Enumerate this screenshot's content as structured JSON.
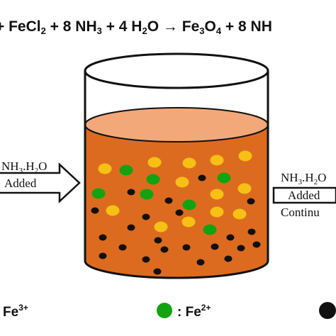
{
  "equation": {
    "t1": "+ FeCl",
    "s1": "2",
    "t2": " + 8 NH",
    "s2": "3",
    "t3": " + 4 H",
    "s3": "2",
    "t4": "O",
    "arrow": "→",
    "t5": "Fe",
    "s4": "3",
    "t6": "O",
    "s5": "4",
    "t7": " + 8 NH"
  },
  "left_arrow": {
    "line1_main": "NH",
    "line1_sub": "3",
    "line1_mid": ".H",
    "line1_sub2": "2",
    "line1_end": "O",
    "line2": "Added"
  },
  "right_arrow": {
    "line1_main": "NH",
    "line1_sub": "3",
    "line1_mid": ".H",
    "line1_sub2": "2",
    "line1_end": "O",
    "line2": "Added",
    "line3": "Continu"
  },
  "legend": {
    "fe3_prefix": "Fe",
    "fe3_sup": "3+",
    "fe2_prefix": ": Fe",
    "fe2_sup": "2+"
  },
  "colors": {
    "fe3": "#f6c014",
    "fe2": "#12a312",
    "precipitate": "#111111",
    "solution": "#dc6b20",
    "surface": "#f2a878"
  }
}
